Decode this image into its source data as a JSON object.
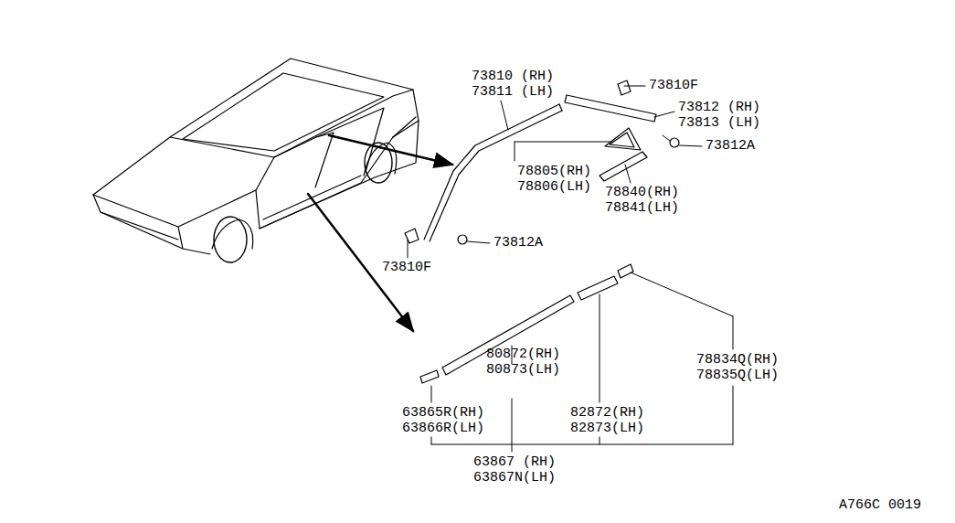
{
  "diagram": {
    "labels": [
      "73810 (RH)",
      "73811 (LH)",
      "73810F",
      "73812 (RH)",
      "73813 (LH)",
      "73812A",
      "78805(RH)",
      "78806(LH)",
      "78840(RH)",
      "78841(LH)",
      "73812A",
      "73810F",
      "80872(RH)",
      "80873(LH)",
      "78834Q(RH)",
      "78835Q(LH)",
      "63865R(RH)",
      "63866R(LH)",
      "82872(RH)",
      "82873(LH)",
      "63867 (RH)",
      "63867N(LH)",
      "A766C 0019"
    ]
  }
}
